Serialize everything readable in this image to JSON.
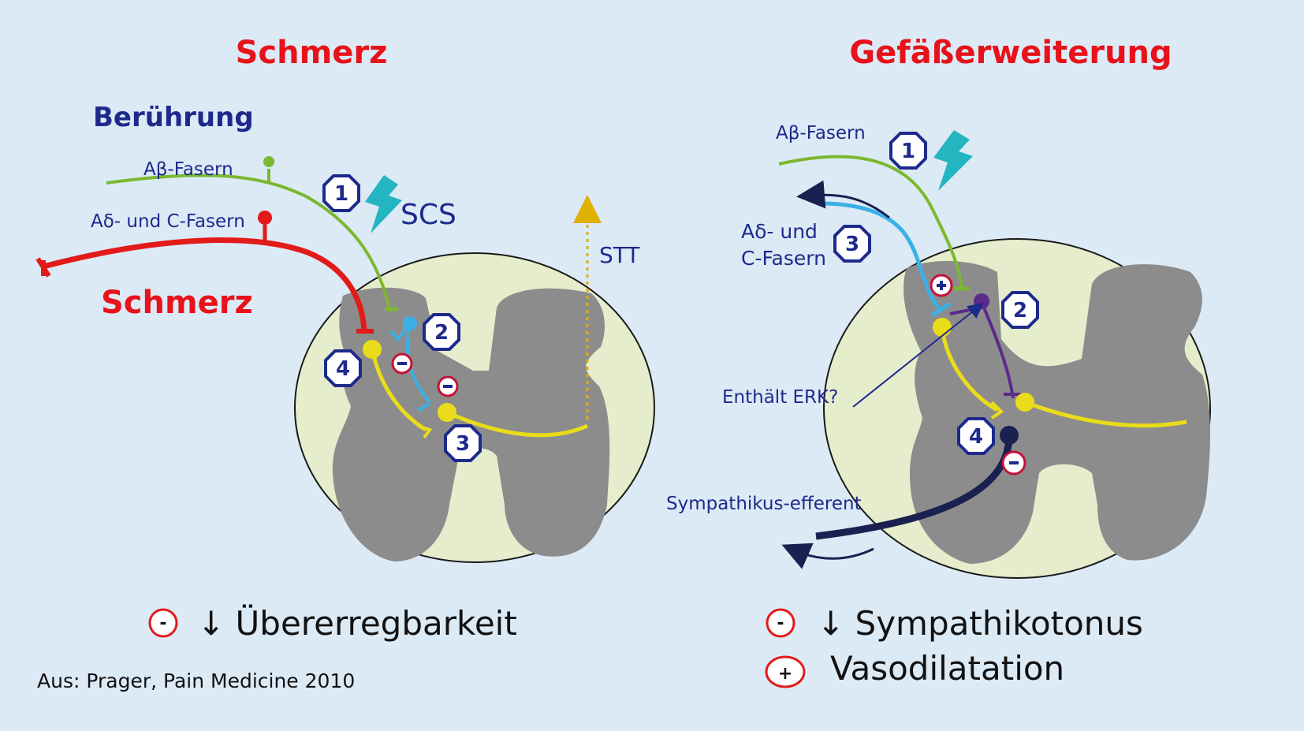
{
  "left": {
    "title": "Schmerz",
    "beruehrung": "Berührung",
    "abeta": "Aβ-Fasern",
    "adelta": "Aδ- und C-Fasern",
    "schmerz_label": "Schmerz",
    "scs": "SCS",
    "stt": "STT",
    "markers": [
      "1",
      "2",
      "3",
      "4"
    ],
    "effect_sign": "-",
    "effect_text": "↓ Übererregbarkeit"
  },
  "right": {
    "title": "Gefäßerweiterung",
    "abeta": "Aβ-Fasern",
    "adelta_line1": "Aδ- und",
    "adelta_line2": "C-Fasern",
    "erk": "Enthält ERK?",
    "sympathikus": "Sympathikus-efferent",
    "markers": [
      "1",
      "2",
      "3",
      "4"
    ],
    "effect1_sign": "-",
    "effect1_text": "↓ Sympathikotonus",
    "effect2_sign": "+",
    "effect2_text": "Vasodilatation"
  },
  "source": "Aus: Prager, Pain Medicine 2010",
  "colors": {
    "background": "#dceaf6",
    "title_red": "#e8121a",
    "label_blue": "#1d2a8c",
    "spinal_cord_bg": "#e6edcc",
    "grey_matter": "#8c8c8c",
    "abeta_green": "#7cb82f",
    "pain_red": "#e21a1a",
    "inter_blue": "#3bb0e6",
    "yellow": "#eadc1a",
    "purple": "#5b2a8c",
    "navy": "#1a2050",
    "scs_teal": "#23b5c0"
  },
  "icons": [
    "lightning-icon",
    "octagon-number-icon",
    "minus-circle-icon",
    "plus-circle-icon",
    "arrow-icon"
  ]
}
